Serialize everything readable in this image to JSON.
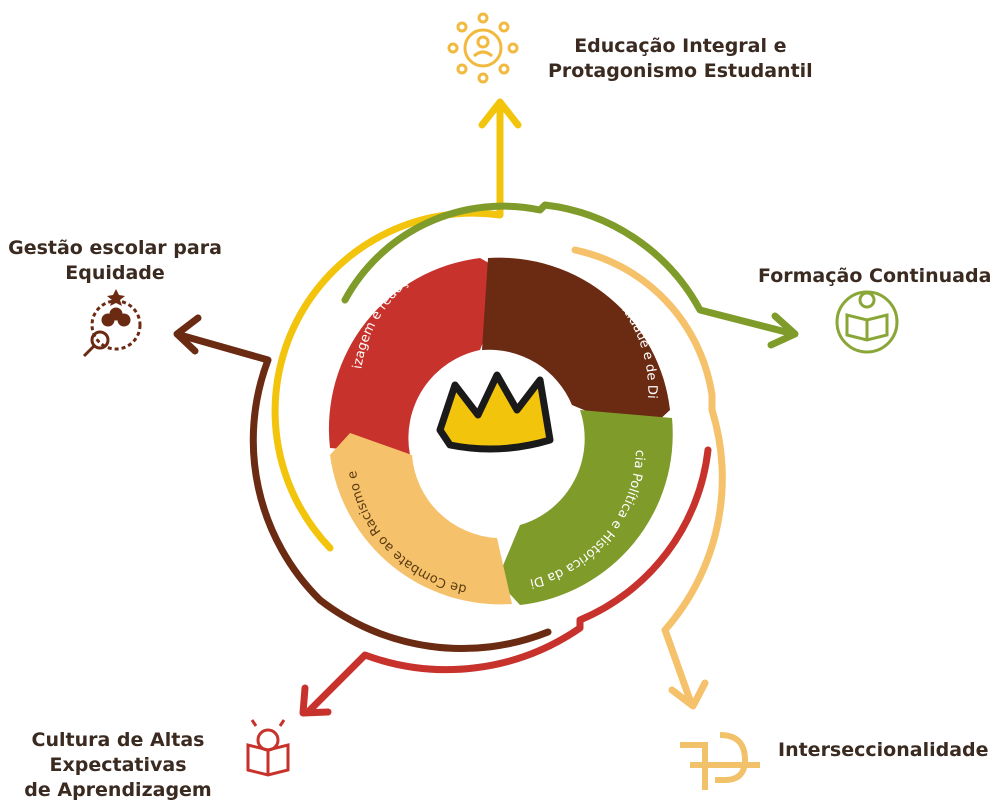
{
  "segments": [
    "Direitos de aprendizagem e redução das desigualdades educacionais",
    "Fortalecimento de Identidade e de Direitos",
    "Consciência Política e Histórica da Diversidade",
    "Ações Educativas de Combate ao Racismo e a Discriminações"
  ],
  "labels": {
    "top": [
      "Educação Integral e",
      "Protagonismo Estudantil"
    ],
    "right": [
      "Formação Continuada"
    ],
    "left": [
      "Gestão escolar para",
      "Equidade"
    ],
    "bottom_left": [
      "Cultura de Altas",
      "Expectativas",
      "de Aprendizagem"
    ],
    "bottom_right": [
      "Interseccionalidade"
    ]
  },
  "colors": {
    "yellow": "#f2c40c",
    "green": "#7f9b2a",
    "orange": "#f5c26b",
    "red": "#c8322c",
    "brown": "#6b2a12",
    "segment_red": "#c8322c",
    "segment_brown": "#6b2a12",
    "segment_green": "#7f9b2a",
    "segment_orange": "#f5c26b"
  },
  "icons": {
    "top": "network-people-icon",
    "right": "book-lightbulb-icon",
    "left": "team-search-icon",
    "bottom_left": "book-lightbulb-icon",
    "bottom_right": "intersecting-roads-icon",
    "center": "crown-icon"
  }
}
